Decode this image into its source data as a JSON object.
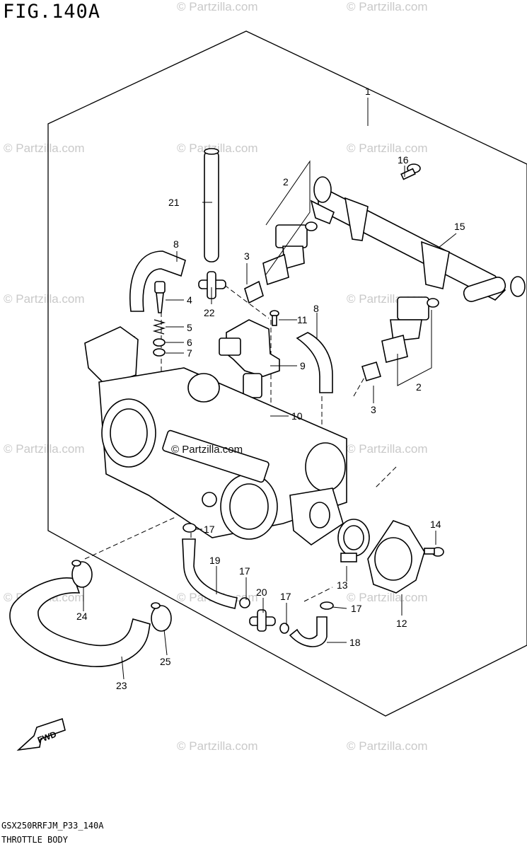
{
  "figure": {
    "title": "FIG.140A",
    "model_code": "GSX250RRFJM_P33_140A",
    "description": "THROTTLE BODY"
  },
  "watermark": {
    "text": "© Partzilla.com",
    "center_text": "© Partzilla.com",
    "color": "#c9c9c9"
  },
  "direction_label": "FWD",
  "callouts": {
    "c1": "1",
    "c2a": "2",
    "c2b": "2",
    "c3a": "3",
    "c3b": "3",
    "c4": "4",
    "c5": "5",
    "c6": "6",
    "c7": "7",
    "c8a": "8",
    "c8b": "8",
    "c9": "9",
    "c10": "10",
    "c11": "11",
    "c12": "12",
    "c13": "13",
    "c14": "14",
    "c15": "15",
    "c16": "16",
    "c17a": "17",
    "c17b": "17",
    "c17c": "17",
    "c17d": "17",
    "c18": "18",
    "c19": "19",
    "c20": "20",
    "c21": "21",
    "c22": "22",
    "c23": "23",
    "c24": "24",
    "c25": "25"
  },
  "colors": {
    "line": "#000000",
    "background": "#ffffff",
    "watermark": "#c9c9c9"
  }
}
